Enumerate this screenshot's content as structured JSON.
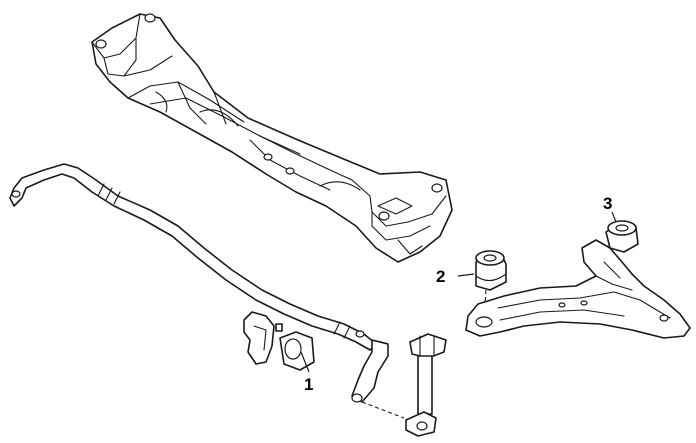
{
  "callouts": [
    {
      "id": "1",
      "label": "1"
    },
    {
      "id": "2",
      "label": "2"
    },
    {
      "id": "3",
      "label": "3"
    }
  ],
  "colors": {
    "line": "#1a1a1a",
    "background": "#ffffff",
    "text": "#000000"
  }
}
